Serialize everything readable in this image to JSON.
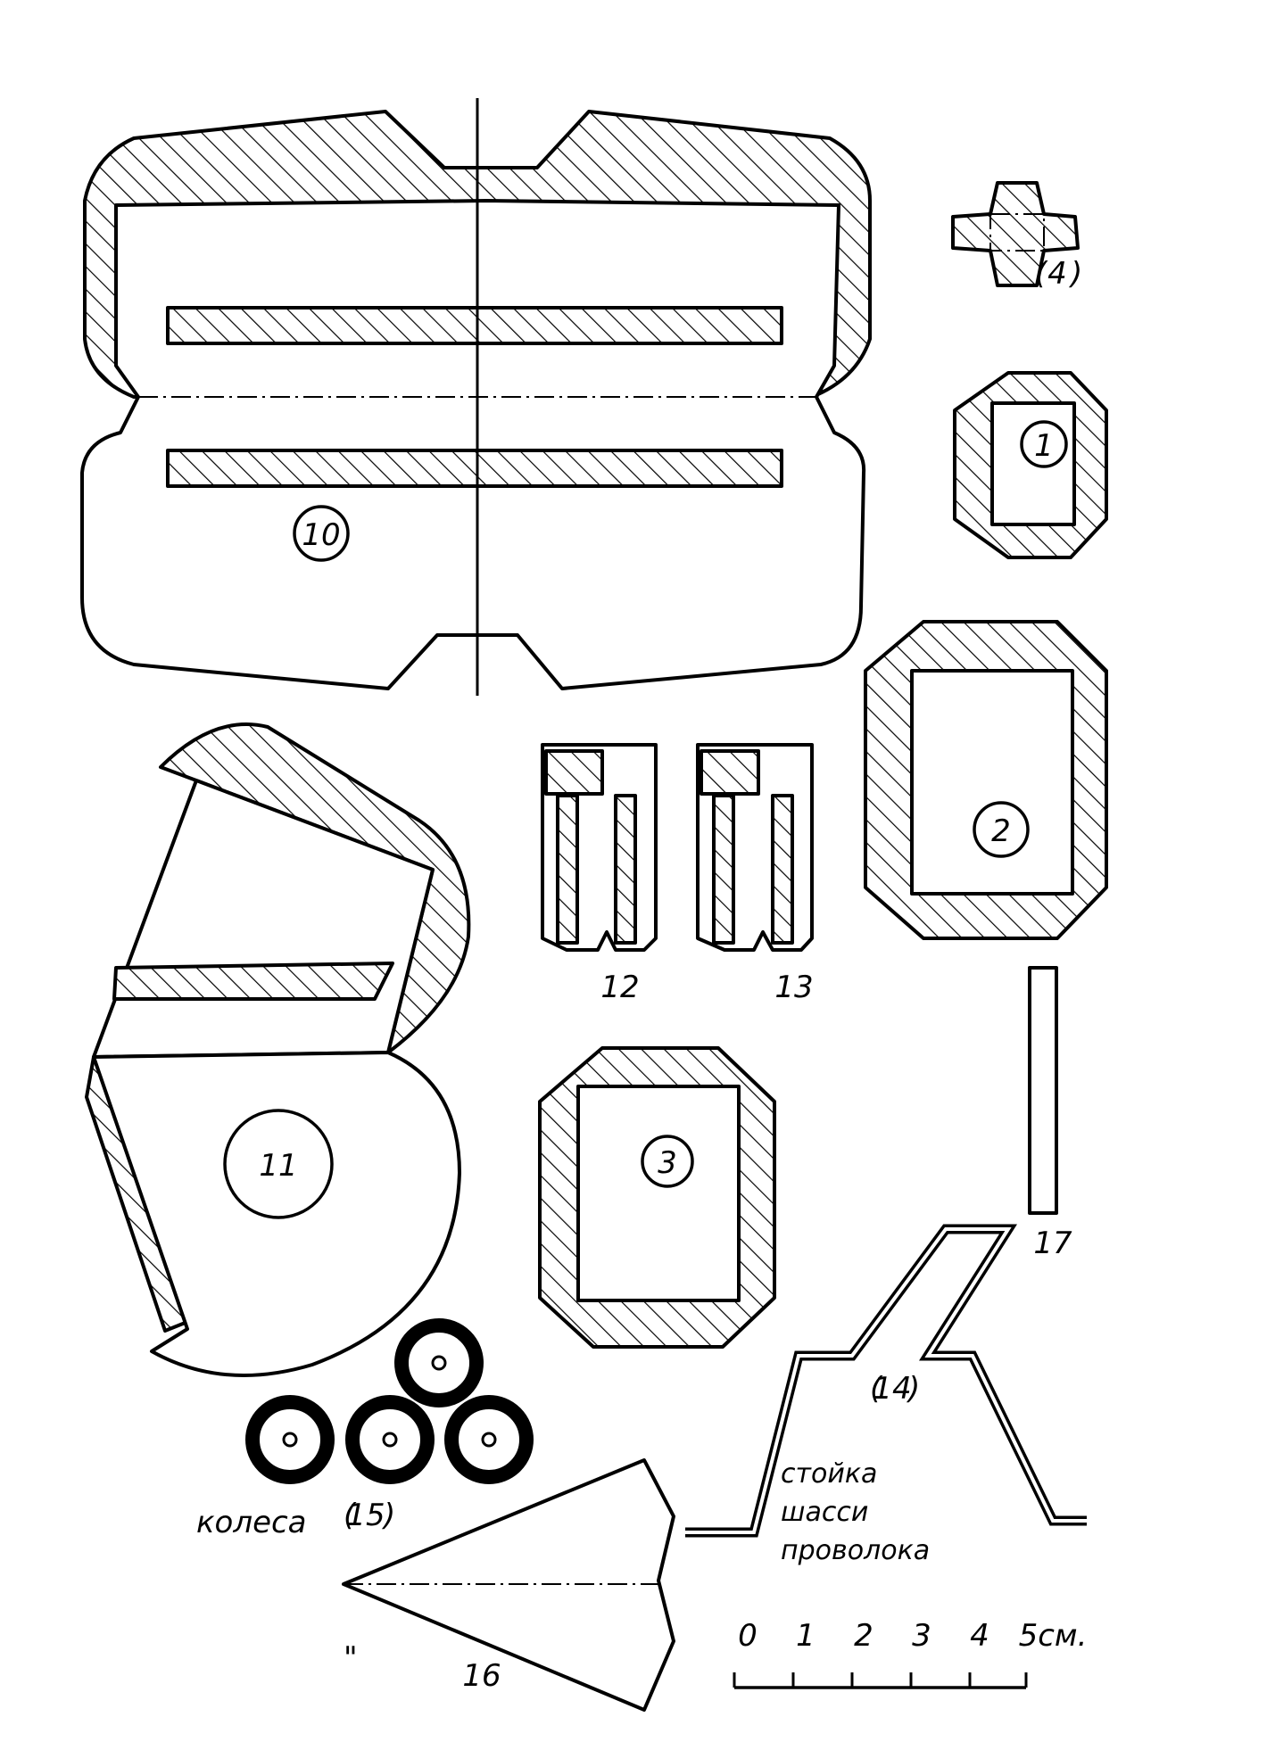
{
  "parts": {
    "p10": "10",
    "p4": "4",
    "p1": "1",
    "p2": "2",
    "p3": "3",
    "p11": "11",
    "p12": "12",
    "p13": "13",
    "p14": "14",
    "p15": "15",
    "p16": "16",
    "p17": "17"
  },
  "labels": {
    "wheels": "колеса",
    "gear_line1": "стойка",
    "gear_line2": "шасси",
    "gear_line3": "проволока"
  },
  "scale": {
    "ticks": [
      "0",
      "1",
      "2",
      "3",
      "4",
      "5см."
    ]
  },
  "marks": {
    "quote": "\""
  }
}
